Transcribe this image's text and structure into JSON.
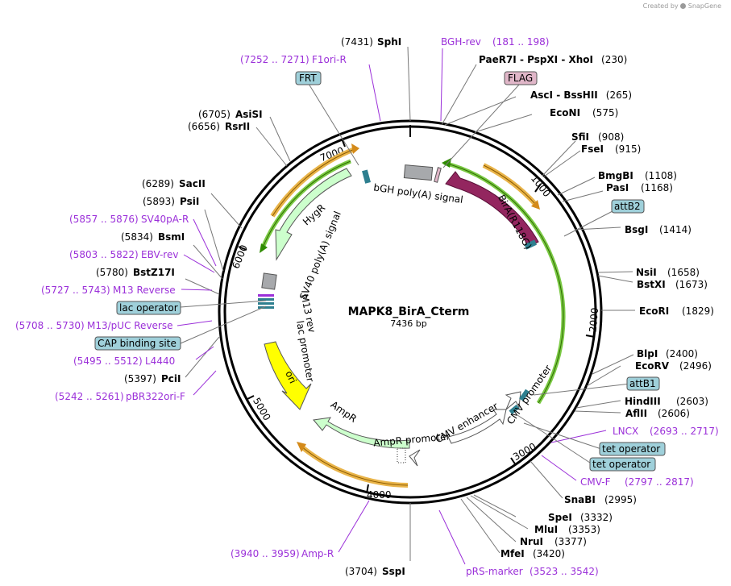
{
  "credit": {
    "prefix": "Created by",
    "brand": "SnapGene"
  },
  "plasmid": {
    "name": "MAPK8_BirA_Cterm",
    "size_label": "7436 bp"
  },
  "ticks": [
    "1000",
    "2000",
    "3000",
    "4000",
    "5000",
    "6000",
    "7000"
  ],
  "sites": [
    {
      "pos": "(7431)",
      "name": "SphI"
    },
    {
      "name1": "PaeR7I",
      "name2": "PspXI",
      "name3": "XhoI",
      "pos": "(230)"
    },
    {
      "name1": "AscI",
      "name2": "BssHII",
      "pos": "(265)"
    },
    {
      "name": "EcoNI",
      "pos": "(575)"
    },
    {
      "name": "SfiI",
      "pos": "(908)"
    },
    {
      "name": "FseI",
      "pos": "(915)"
    },
    {
      "name": "BmgBI",
      "pos": "(1108)"
    },
    {
      "name": "PasI",
      "pos": "(1168)"
    },
    {
      "name": "BsgI",
      "pos": "(1414)"
    },
    {
      "name": "NsiI",
      "pos": "(1658)"
    },
    {
      "name": "BstXI",
      "pos": "(1673)"
    },
    {
      "name": "EcoRI",
      "pos": "(1829)"
    },
    {
      "name": "BlpI",
      "pos": "(2400)"
    },
    {
      "name": "EcoRV",
      "pos": "(2496)"
    },
    {
      "name": "HindIII",
      "pos": "(2603)"
    },
    {
      "name": "AflII",
      "pos": "(2606)"
    },
    {
      "name": "SnaBI",
      "pos": "(2995)"
    },
    {
      "name": "SpeI",
      "pos": "(3332)"
    },
    {
      "name": "MluI",
      "pos": "(3353)"
    },
    {
      "name": "NruI",
      "pos": "(3377)"
    },
    {
      "name": "MfeI",
      "pos": "(3420)"
    },
    {
      "pos": "(3704)",
      "name": "SspI"
    },
    {
      "pos": "(5397)",
      "name": "PciI"
    },
    {
      "pos": "(5780)",
      "name": "BstZ17I"
    },
    {
      "pos": "(5834)",
      "name": "BsmI"
    },
    {
      "pos": "(5893)",
      "name": "PsiI"
    },
    {
      "pos": "(6289)",
      "name": "SacII"
    },
    {
      "pos": "(6656)",
      "name": "RsrII"
    },
    {
      "pos": "(6705)",
      "name": "AsiSI"
    }
  ],
  "primers": [
    {
      "name": "BGH-rev",
      "range": "(181 .. 198)"
    },
    {
      "name": "F1ori-R",
      "range": "(7252 .. 7271)"
    },
    {
      "name": "LNCX",
      "range": "(2693 .. 2717)"
    },
    {
      "name": "CMV-F",
      "range": "(2797 .. 2817)"
    },
    {
      "name": "pRS-marker",
      "range": "(3523 .. 3542)"
    },
    {
      "name": "Amp-R",
      "range": "(3940 .. 3959)"
    },
    {
      "name": "pBR322ori-F",
      "range": "(5242 .. 5261)"
    },
    {
      "name": "L4440",
      "range": "(5495 .. 5512)"
    },
    {
      "name": "M13/pUC Reverse",
      "range": "(5708 .. 5730)"
    },
    {
      "name": "M13 Reverse",
      "range": "(5727 .. 5743)"
    },
    {
      "name": "EBV-rev",
      "range": "(5803 .. 5822)"
    },
    {
      "name": "SV40pA-R",
      "range": "(5857 .. 5876)"
    }
  ],
  "boxes": [
    "FRT",
    "FLAG",
    "attB2",
    "attB1",
    "tet operator",
    "tet operator",
    "lac operator",
    "CAP binding site"
  ],
  "features": {
    "bgh": "bGH poly(A) signal",
    "bira": "BirA(R118G)",
    "hygr": "HygR",
    "sv40": "SV40 poly(A) signal",
    "m13rev": "M13 rev",
    "lacpro": "lac promoter",
    "ori": "ori",
    "ampr": "AmpR",
    "amprpro": "AmpR promoter",
    "cmvenh": "CMV enhancer",
    "cmvpro": "CMV promoter"
  },
  "colors": {
    "primer": "#9b30d9",
    "box_fill": "#9fd0da",
    "flag_fill": "#e0b6c8",
    "bira": "#93265f",
    "hygr": "#ccffcc",
    "ori": "#ffff00",
    "ampr": "#ccffcc",
    "orange_arrow": "#d48a1a",
    "green_arrow": "#2e8b00"
  }
}
